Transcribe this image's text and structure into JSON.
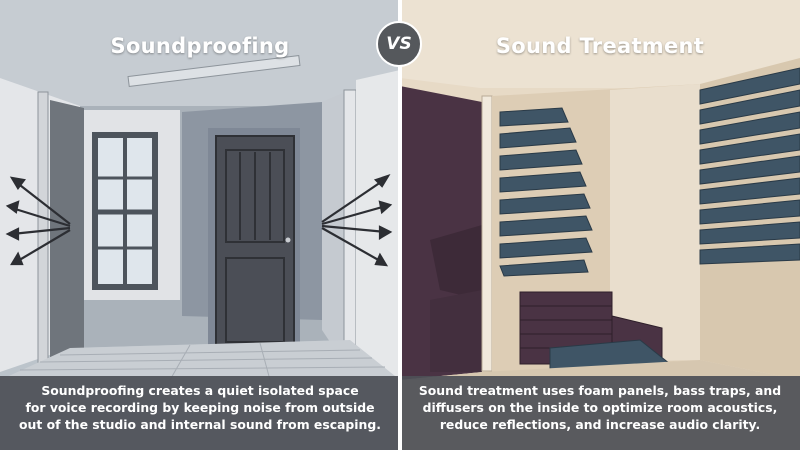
{
  "left": {
    "title": "Soundproofing",
    "caption_lines": [
      "Soundproofing creates a quiet isolated space",
      "for voice recording by keeping noise from outside",
      "out of the studio and internal sound from escaping."
    ]
  },
  "right": {
    "title": "Sound Treatment",
    "caption_lines": [
      "Sound treatment uses foam panels, bass traps, and",
      "diffusers on the inside to optimize room acoustics,",
      "reduce reflections, and increase audio clarity."
    ]
  },
  "badge": {
    "label": "VS"
  },
  "colors": {
    "left_bg": "#bcc4cb",
    "right_bg": "#e7dac6",
    "foam": "#3f5566",
    "purple_wall": "#4a3344",
    "door": "#4b4e56",
    "caption_bg": "#4e5056"
  },
  "icons": [
    "sound-wave-arrows-left-icon",
    "sound-wave-arrows-right-icon"
  ]
}
